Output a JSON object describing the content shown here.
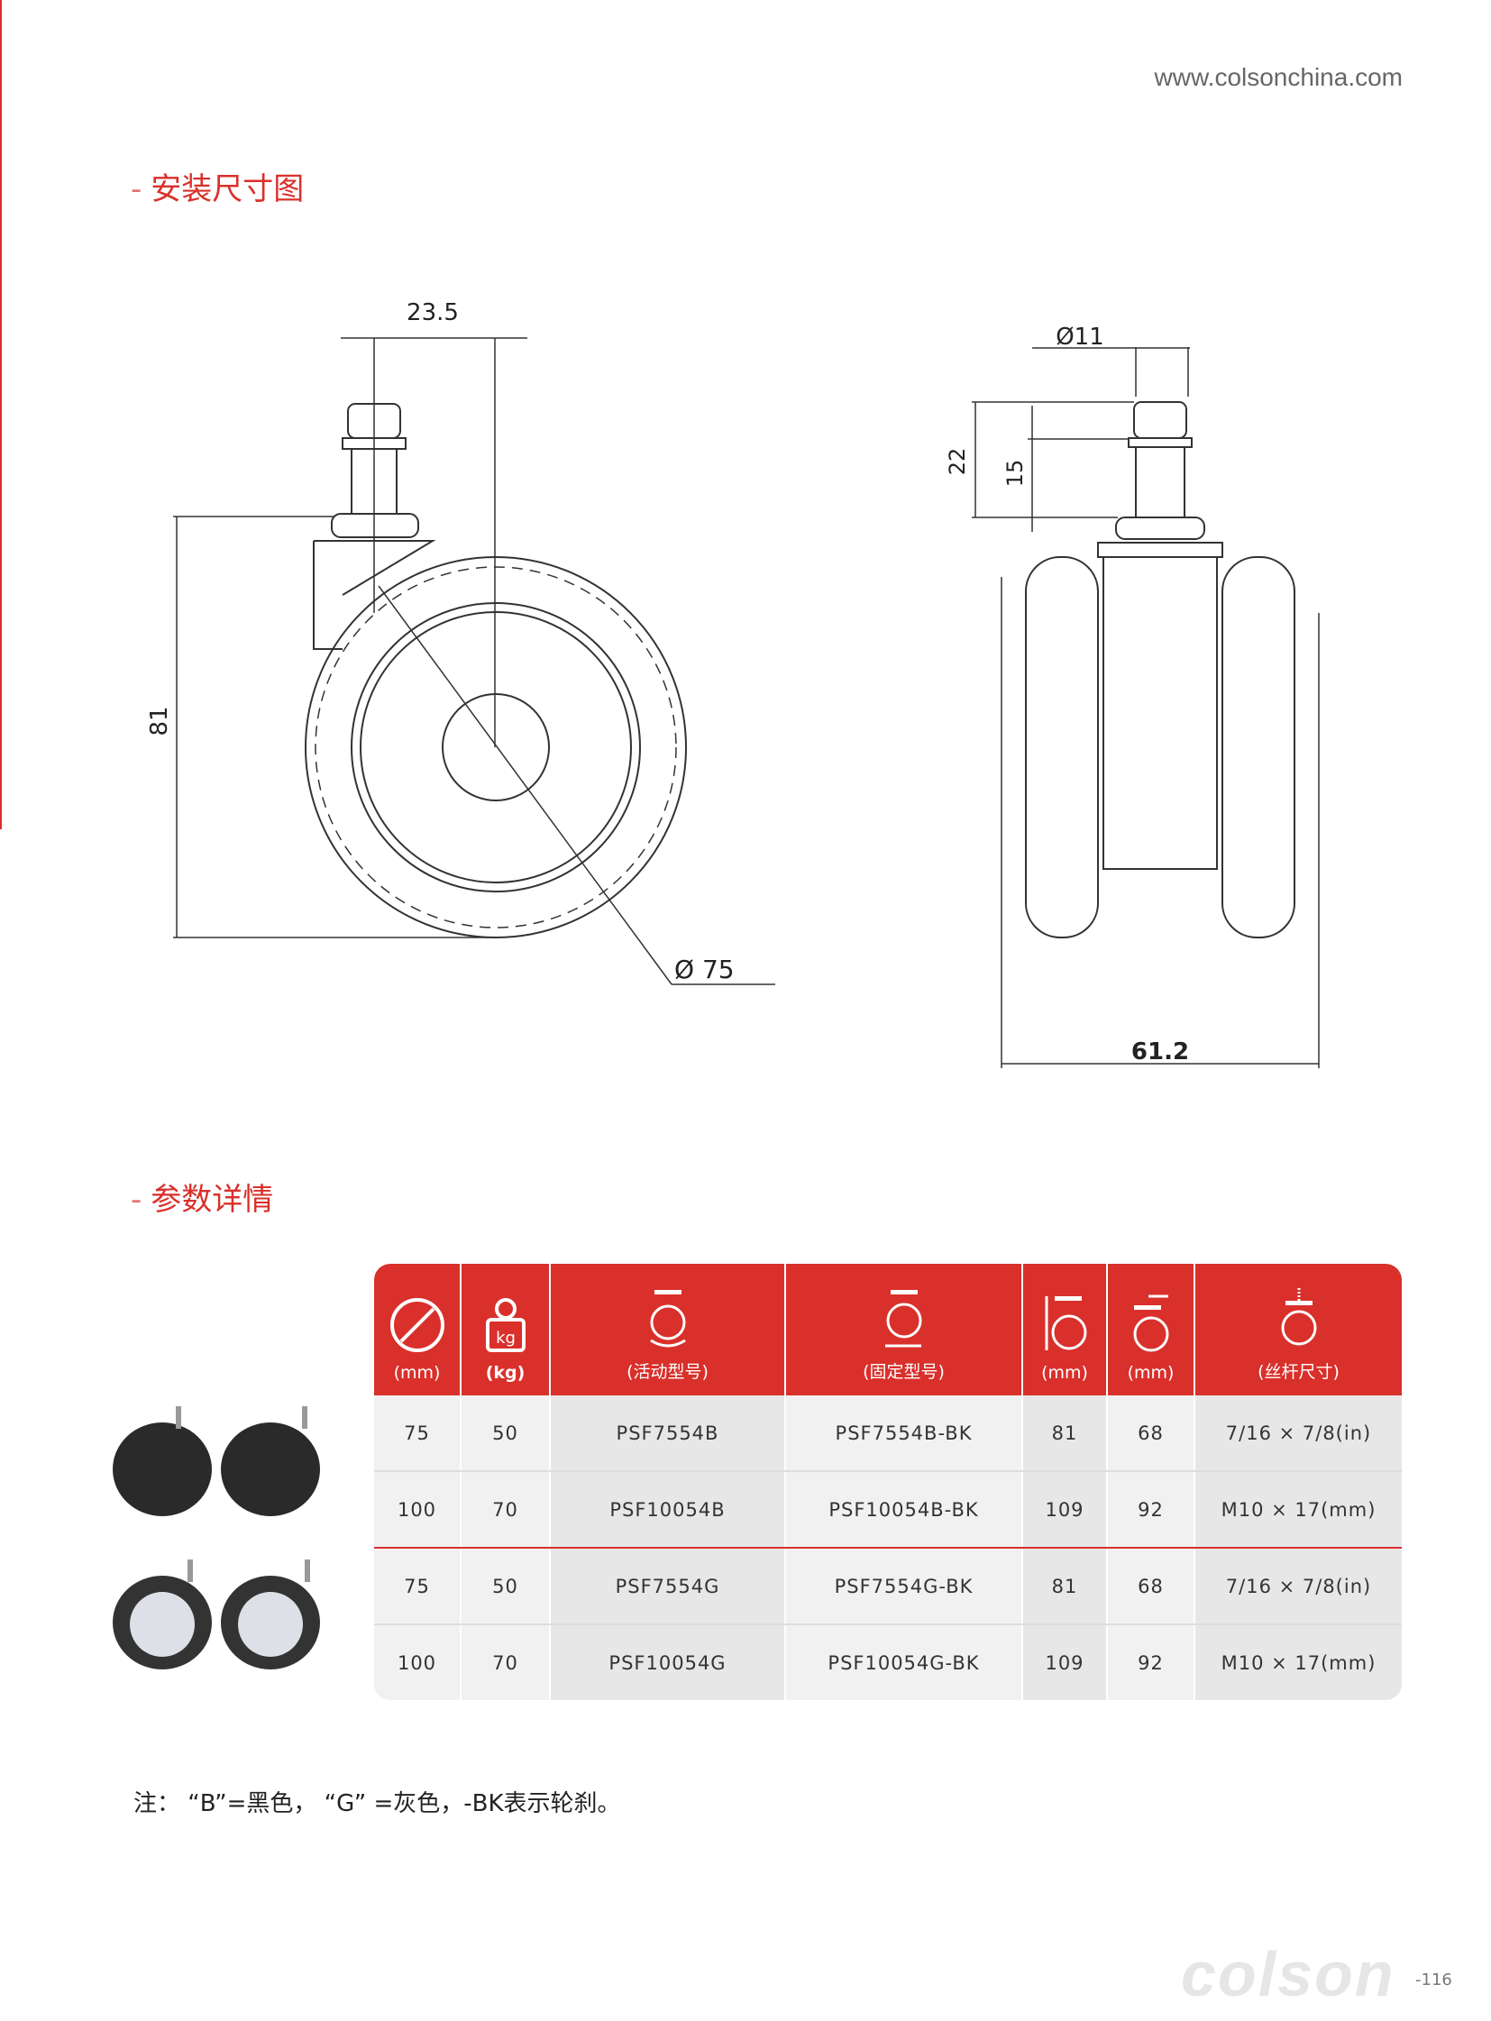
{
  "header": {
    "url": "www.colsonchina.com"
  },
  "sections": {
    "install": "安装尺寸图",
    "params": "参数详情"
  },
  "drawing": {
    "offset": "23.5",
    "height": "81",
    "diameter": "Ø 75",
    "stem_diameter": "Ø11",
    "stem_total": "22",
    "stem_length": "15",
    "width": "61.2"
  },
  "table": {
    "headers": [
      {
        "icon": "wheel-diameter-icon",
        "label": "(mm)"
      },
      {
        "icon": "load-weight-icon",
        "label": "(kg)"
      },
      {
        "icon": "swivel-caster-icon",
        "label": "(活动型号)"
      },
      {
        "icon": "fixed-caster-icon",
        "label": "(固定型号)"
      },
      {
        "icon": "overall-height-icon",
        "label": "(mm)"
      },
      {
        "icon": "offset-icon",
        "label": "(mm)"
      },
      {
        "icon": "threaded-stem-icon",
        "label": "(丝杆尺寸)"
      }
    ],
    "rows": [
      [
        "75",
        "50",
        "PSF7554B",
        "PSF7554B-BK",
        "81",
        "68",
        "7/16 × 7/8(in)"
      ],
      [
        "100",
        "70",
        "PSF10054B",
        "PSF10054B-BK",
        "109",
        "92",
        "M10 × 17(mm)"
      ],
      [
        "75",
        "50",
        "PSF7554G",
        "PSF7554G-BK",
        "81",
        "68",
        "7/16 × 7/8(in)"
      ],
      [
        "100",
        "70",
        "PSF10054G",
        "PSF10054G-BK",
        "109",
        "92",
        "M10 × 17(mm)"
      ]
    ]
  },
  "note": "注：  “B”=黑色，  “G” =灰色，-BK表示轮刹。",
  "footer": {
    "logo": "colson",
    "page": "-116"
  },
  "colors": {
    "accent": "#d9302b"
  }
}
